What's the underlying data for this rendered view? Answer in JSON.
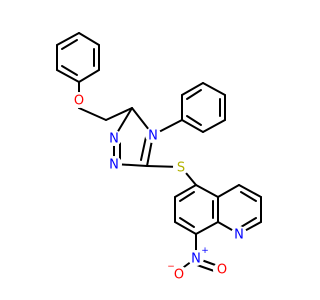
{
  "atom_labels": {
    "O_ether": "O",
    "N_triazole_4": "N",
    "N_triazole_1": "N",
    "N_triazole_2": "N",
    "S_thioether": "S",
    "N_quinoline": "N",
    "N_nitro": "N",
    "O_nitro_down": "O",
    "O_nitro_right": "O"
  },
  "charges": {
    "N_nitro": "+",
    "O_nitro_down": "−"
  },
  "colors": {
    "bond": "#000000",
    "oxygen": "#ff0000",
    "nitrogen": "#0000ff",
    "sulfur": "#b2b200",
    "background": "#ffffff"
  }
}
